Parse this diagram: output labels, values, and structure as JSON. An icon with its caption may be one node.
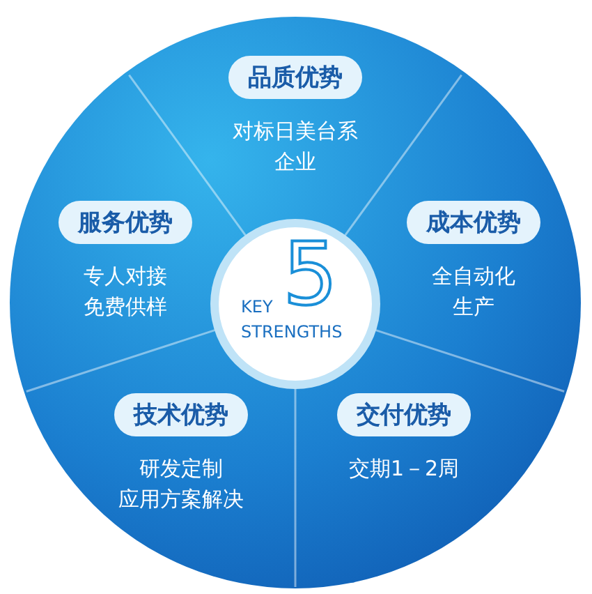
{
  "diagram": {
    "nodes": [
      {
        "text": [],
        "shape": "circle"
      },
      {
        "text": [
          "5",
          "KEY STRENGTHS"
        ],
        "in": 0
      },
      {
        "text": [
          "品质优势",
          "对标日美台系企业"
        ],
        "in": 0
      },
      {
        "text": [
          "服务优势",
          "专人对接免费供样"
        ],
        "in": 0
      },
      {
        "text": [
          "成本优势",
          "全自动化生产"
        ],
        "in": 0
      },
      {
        "text": [
          "技术优势",
          "研发定制应用方案解决"
        ],
        "in": 0
      },
      {
        "text": [
          "交付优势",
          "交期1－2周"
        ],
        "in": 0
      }
    ],
    "edges": []
  }
}
